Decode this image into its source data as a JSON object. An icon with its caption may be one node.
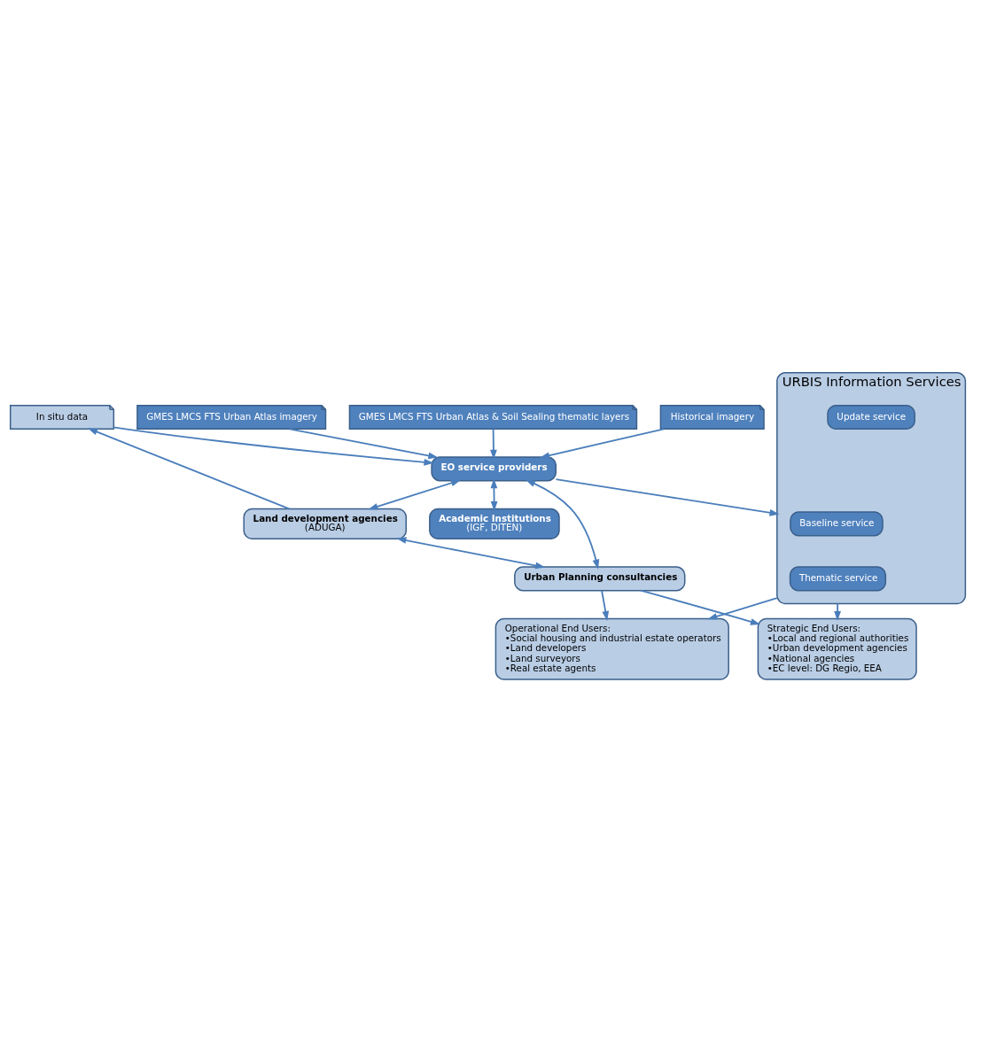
{
  "diagram": {
    "nodes": [
      {
        "text": [
          "In situ data"
        ]
      },
      {
        "text": [
          "Historical imagery"
        ]
      },
      {
        "text": [
          "GMES LMCS FTS Urban Atlas imagery"
        ]
      },
      {
        "text": [
          "GMES LMCS FTS Urban Atlas & Soil Sealing thematic layers"
        ]
      },
      {
        "text": [
          "EO service providers"
        ]
      },
      {
        "text": [
          "Academic Institutions",
          "(IGF, DITEN)"
        ]
      },
      {
        "text": [
          "Land development agencies",
          "(ADUGA)"
        ]
      },
      {
        "text": [
          "Urban Planning consultancies"
        ]
      },
      {
        "text": [
          "URBIS Information Services"
        ]
      },
      {
        "text": [
          "Baseline service"
        ],
        "in": 8
      },
      {
        "text": [
          "Update service"
        ],
        "in": 8
      },
      {
        "text": [
          "Thematic service"
        ],
        "in": 8
      },
      {
        "text": [
          "Operational End Users:",
          "•Social housing and industrial estate operators",
          "•Land developers",
          "•Land surveyors",
          "•Real estate agents"
        ]
      },
      {
        "text": [
          "Strategic End Users:",
          "•Local and regional authorities",
          "•Urban development agencies",
          "•National agencies",
          "•EC level: DG Regio, EEA"
        ]
      }
    ],
    "edges": [
      {
        "from": 0,
        "to": 4,
        "arrow": "to"
      },
      {
        "from": 1,
        "to": 4,
        "arrow": "to"
      },
      {
        "from": 2,
        "to": 4,
        "arrow": "to"
      },
      {
        "from": 3,
        "to": 4,
        "arrow": "to"
      },
      {
        "from": 4,
        "to": 5,
        "arrow": "both"
      },
      {
        "from": 6,
        "to": 0,
        "arrow": "to"
      },
      {
        "from": 4,
        "to": 6,
        "arrow": "both"
      },
      {
        "from": 4,
        "to": 7,
        "arrow": "both"
      },
      {
        "from": 4,
        "to": 8,
        "arrow": "to"
      },
      {
        "from": 6,
        "to": 7,
        "arrow": "both"
      },
      {
        "from": 7,
        "to": 12,
        "arrow": "to"
      },
      {
        "from": 7,
        "to": 13,
        "arrow": "to"
      },
      {
        "from": 8,
        "to": 12,
        "arrow": "to"
      },
      {
        "from": 8,
        "to": 13,
        "arrow": "to"
      }
    ]
  }
}
